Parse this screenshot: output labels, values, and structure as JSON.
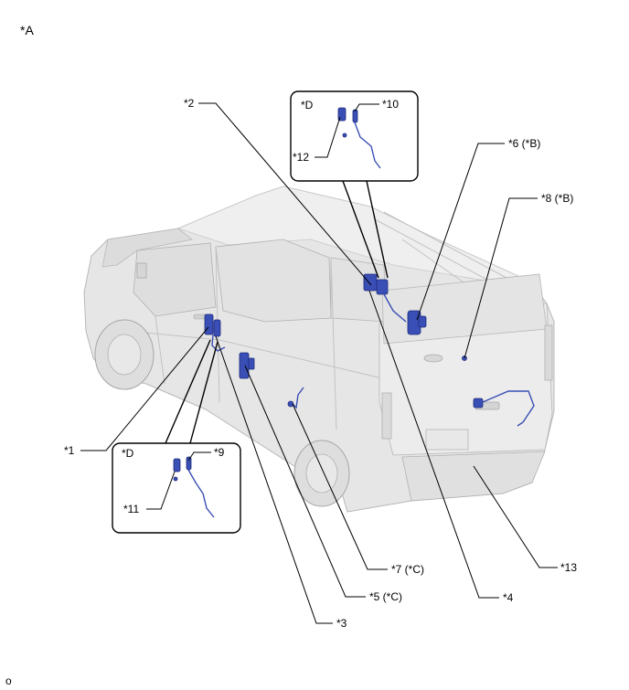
{
  "view_label": "*A",
  "footer_mark": "o",
  "inset_top": {
    "view": "*D",
    "labels": [
      "*10",
      "*12"
    ]
  },
  "inset_bottom": {
    "view": "*D",
    "labels": [
      "*9",
      "*11"
    ]
  },
  "callouts": [
    "*1",
    "*2",
    "*3",
    "*4",
    "*5 (*C)",
    "*6 (*B)",
    "*7 (*C)",
    "*8 (*B)",
    "*13"
  ],
  "colors": {
    "part": "#3a4fb5",
    "vehicle": "#e6e6e6"
  }
}
